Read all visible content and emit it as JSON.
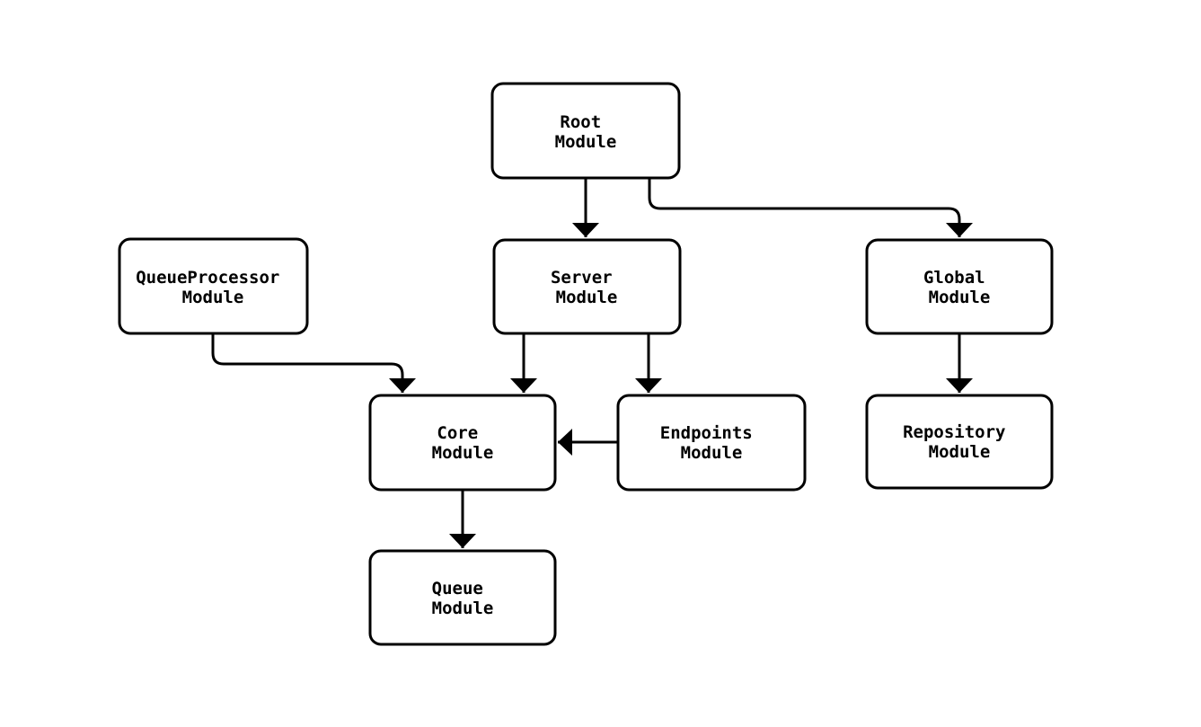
{
  "diagram": {
    "type": "module-dependency-flowchart",
    "background_color": "#ffffff",
    "node_fill_color": "#ffffff",
    "node_border_color": "#000000",
    "edge_color": "#000000",
    "text_color": "#000000",
    "nodes": [
      {
        "id": "root",
        "line1": "Root",
        "line2": "Module"
      },
      {
        "id": "server",
        "line1": "Server",
        "line2": "Module"
      },
      {
        "id": "queueprocessor",
        "line1": "QueueProcessor",
        "line2": "Module"
      },
      {
        "id": "global",
        "line1": "Global",
        "line2": "Module"
      },
      {
        "id": "core",
        "line1": "Core",
        "line2": "Module"
      },
      {
        "id": "endpoints",
        "line1": "Endpoints",
        "line2": "Module"
      },
      {
        "id": "repository",
        "line1": "Repository",
        "line2": "Module"
      },
      {
        "id": "queue",
        "line1": "Queue",
        "line2": "Module"
      }
    ],
    "edges": [
      {
        "from": "Root Module",
        "to": "Server Module"
      },
      {
        "from": "Root Module",
        "to": "Global Module"
      },
      {
        "from": "QueueProcessor Module",
        "to": "Core Module"
      },
      {
        "from": "Server Module",
        "to": "Core Module"
      },
      {
        "from": "Server Module",
        "to": "Endpoints Module"
      },
      {
        "from": "Endpoints Module",
        "to": "Core Module"
      },
      {
        "from": "Global Module",
        "to": "Repository Module"
      },
      {
        "from": "Core Module",
        "to": "Queue Module"
      }
    ]
  }
}
